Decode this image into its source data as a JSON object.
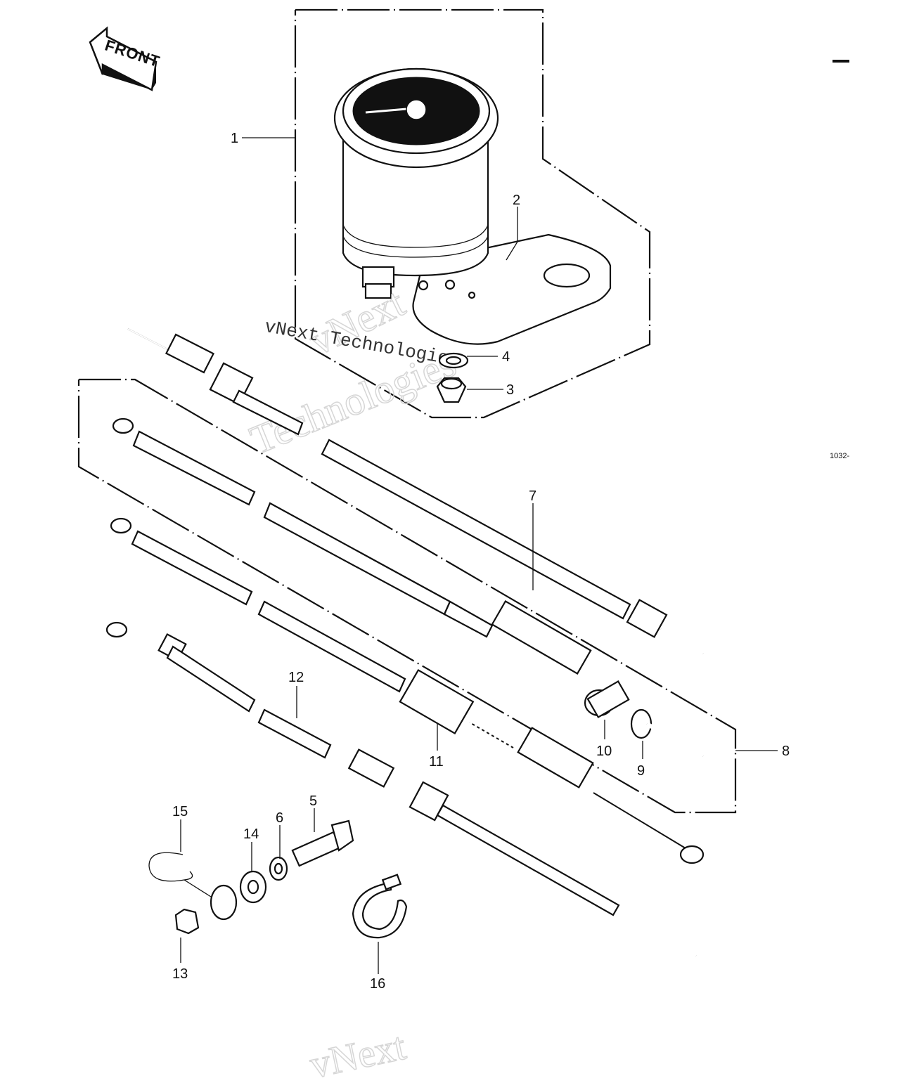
{
  "diagram": {
    "front_label": "FRONT",
    "ref_code": "1032-",
    "watermark_lines": [
      "vNext Technologies",
      "vNext",
      "Technologies",
      "vNext"
    ],
    "callouts": [
      {
        "id": "c1",
        "label": "1"
      },
      {
        "id": "c2",
        "label": "2"
      },
      {
        "id": "c3",
        "label": "3"
      },
      {
        "id": "c4",
        "label": "4"
      },
      {
        "id": "c5",
        "label": "5"
      },
      {
        "id": "c6",
        "label": "6"
      },
      {
        "id": "c7",
        "label": "7"
      },
      {
        "id": "c8",
        "label": "8"
      },
      {
        "id": "c9",
        "label": "9"
      },
      {
        "id": "c10",
        "label": "10"
      },
      {
        "id": "c11",
        "label": "11"
      },
      {
        "id": "c12",
        "label": "12"
      },
      {
        "id": "c13",
        "label": "13"
      },
      {
        "id": "c14",
        "label": "14"
      },
      {
        "id": "c15",
        "label": "15"
      },
      {
        "id": "c16",
        "label": "16"
      }
    ]
  }
}
